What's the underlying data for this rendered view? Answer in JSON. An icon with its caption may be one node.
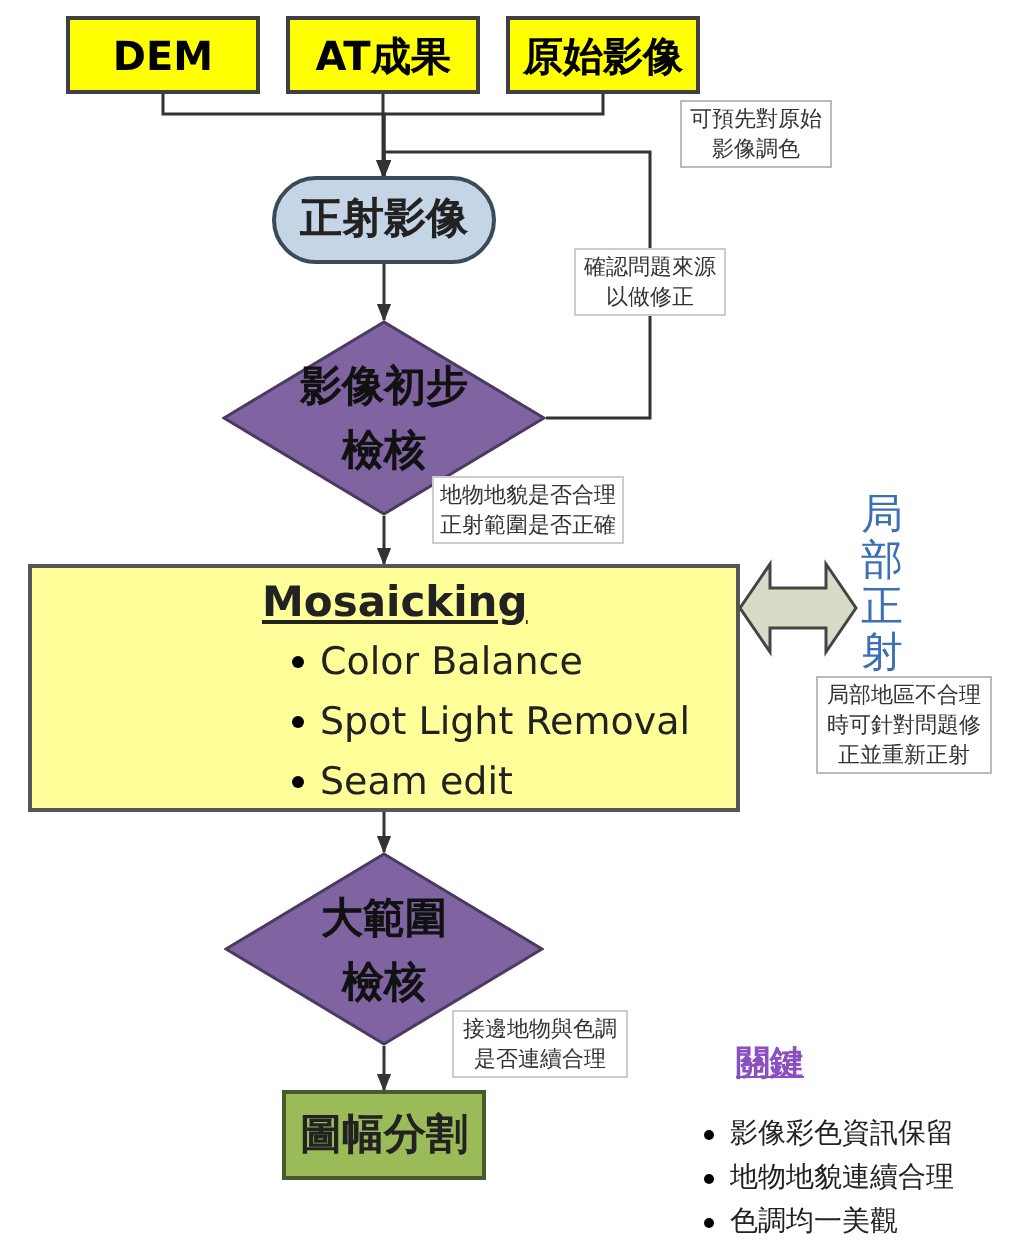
{
  "diagram": {
    "nodes": [
      {
        "text": [
          "DEM"
        ]
      },
      {
        "text": [
          "AT成果"
        ]
      },
      {
        "text": [
          "原始影像"
        ],
        "beside": [
          "可預先對原始影像調色"
        ]
      },
      {
        "text": [
          "正射影像"
        ]
      },
      {
        "text": [
          "影像初步檢核"
        ]
      },
      {
        "text": [
          "Mosaicking",
          "Color Balance",
          "Spot Light Removal",
          "Seam edit"
        ]
      },
      {
        "text": [
          "大範圍檢核"
        ]
      },
      {
        "text": [
          "圖幅分割"
        ]
      },
      {
        "text": [
          "局部正射"
        ],
        "beside": [
          "局部地區不合理時可針對問題修正並重新正射"
        ]
      }
    ],
    "edges": [
      {
        "from": 0,
        "to": 3,
        "arrow": "to"
      },
      {
        "from": 1,
        "to": 3,
        "arrow": "to"
      },
      {
        "from": 2,
        "to": 3,
        "arrow": "to"
      },
      {
        "from": 3,
        "to": 4,
        "arrow": "to"
      },
      {
        "from": 4,
        "to": 3,
        "arrow": "to",
        "label": "確認問題來源以做修正"
      },
      {
        "from": 4,
        "to": 5,
        "arrow": "to",
        "label": "地物地貌是否合理正射範圍是否正確"
      },
      {
        "from": 5,
        "to": 8,
        "arrow": "both",
        "style": "thick"
      },
      {
        "from": 5,
        "to": 6,
        "arrow": "to"
      },
      {
        "from": 6,
        "to": 7,
        "arrow": "to",
        "label": "接邊地物與色調是否連續合理"
      }
    ],
    "labels": [
      "關鍵",
      "影像彩色資訊保留",
      "地物地貌連續合理",
      "色調均一美觀"
    ]
  }
}
